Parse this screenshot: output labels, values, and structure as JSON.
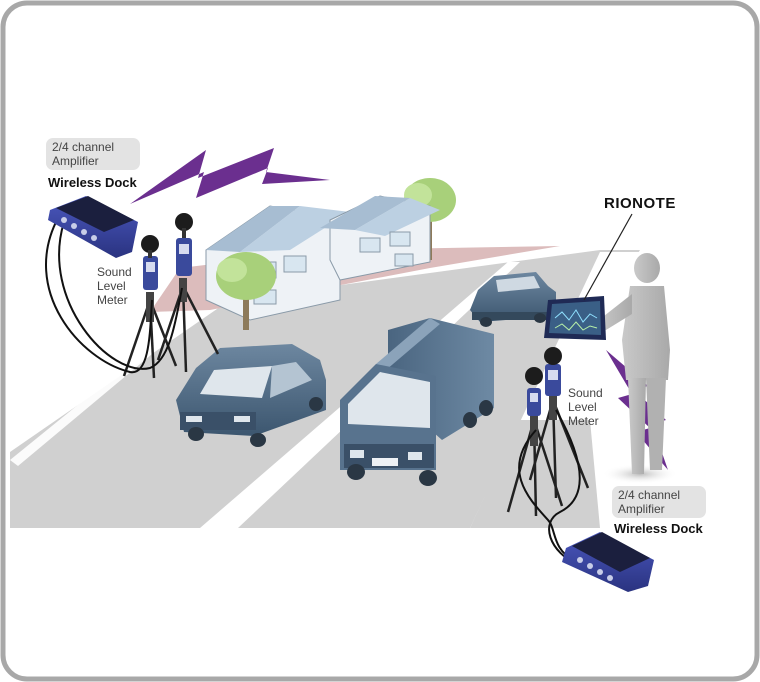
{
  "left_setup": {
    "amplifier_line1": "2/4 channel",
    "amplifier_line2": "Amplifier",
    "dock_title": "Wireless Dock",
    "meter_line1": "Sound",
    "meter_line2": "Level",
    "meter_line3": "Meter"
  },
  "right_setup": {
    "amplifier_line1": "2/4 channel",
    "amplifier_line2": "Amplifier",
    "dock_title": "Wireless Dock",
    "meter_line1": "Sound",
    "meter_line2": "Level",
    "meter_line3": "Meter"
  },
  "tablet_label": "RIONOTE",
  "colors": {
    "frame_border": "#a8a8a8",
    "road": "#cfcfcf",
    "sidewalk": "#d7b4b4",
    "vehicle_body": "#4f6b85",
    "dock_body": "#3d49a6",
    "lightning": "#6b2f8f",
    "person": "#bdbdbd"
  },
  "icons": [
    "lightning-icon",
    "wireless-dock-icon",
    "sound-level-meter-icon",
    "tablet-icon",
    "person-icon",
    "car-icon",
    "truck-icon",
    "house-icon",
    "tree-icon"
  ]
}
